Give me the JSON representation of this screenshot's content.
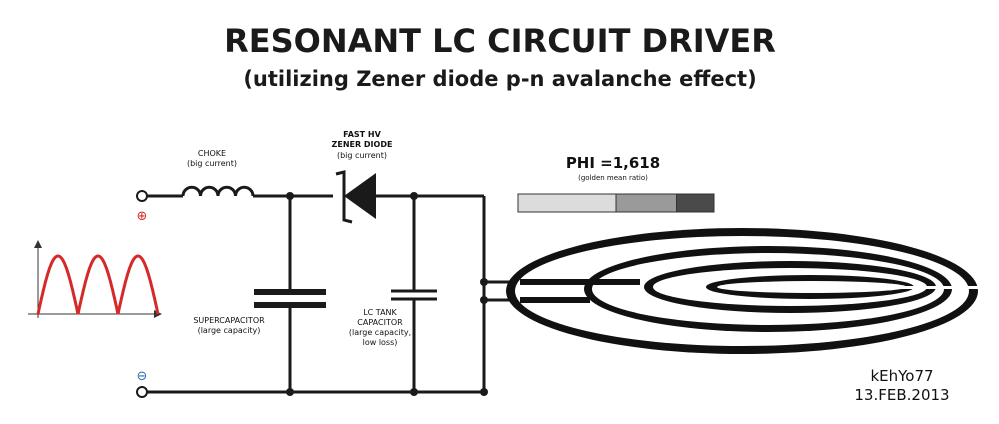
{
  "title": "RESONANT LC CIRCUIT DRIVER",
  "subtitle": "(utilizing Zener diode p-n avalanche effect)",
  "labels": {
    "choke": [
      "CHOKE",
      "(big current)"
    ],
    "zener": [
      "FAST HV",
      "ZENER DIODE",
      "(big current)"
    ],
    "supercap": [
      "SUPERCAPACITOR",
      "(large capacity)"
    ],
    "tank": [
      "LC TANK",
      "CAPACITOR",
      "(large capacity,",
      "low loss)"
    ]
  },
  "terminals": {
    "plus": "⊕",
    "minus": "⊖"
  },
  "phi": {
    "label": "PHI =1,618",
    "note": "(golden mean ratio)",
    "segments": [
      {
        "ratio": 1.618,
        "color": "#dcdcdc"
      },
      {
        "ratio": 1.0,
        "color": "#9a9a9a"
      },
      {
        "ratio": 0.618,
        "color": "#4a4a4a"
      }
    ]
  },
  "author": "kEhYo77",
  "date": "13.FEB.2013",
  "colors": {
    "waveform": "#d42a2a",
    "plus": "#d42a2a",
    "minus": "#2b6cb0",
    "wire": "#1a1a1a",
    "coil": "#111111"
  }
}
